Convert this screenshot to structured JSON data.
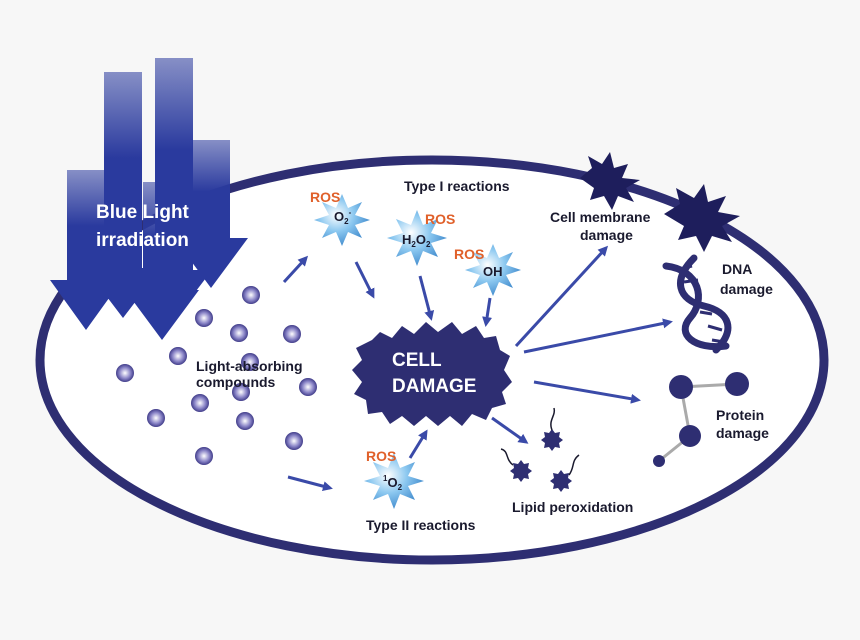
{
  "title": {
    "line1": "Blue Light",
    "line2": "irradiation"
  },
  "compounds_label": {
    "line1": "Light-absorbing",
    "line2": "compounds"
  },
  "center": {
    "line1": "CELL",
    "line2": "DAMAGE"
  },
  "type1_label": "Type I reactions",
  "type2_label": "Type II reactions",
  "ros_label": "ROS",
  "molecules": {
    "superoxide": "O",
    "superoxide_sub": "2",
    "superoxide_sup": "-",
    "peroxide_h": "H",
    "peroxide_sub1": "2",
    "peroxide_o": "O",
    "peroxide_sub2": "2",
    "hydroxyl": "OH",
    "singlet_pre": "1",
    "singlet_o": "O",
    "singlet_sub": "2"
  },
  "outcomes": {
    "membrane_line1": "Cell membrane",
    "membrane_line2": "damage",
    "dna_line1": "DNA",
    "dna_line2": "damage",
    "protein_line1": "Protein",
    "protein_line2": "damage",
    "lipid": "Lipid peroxidation"
  },
  "colors": {
    "navy": "#2e2e72",
    "arrow_blue": "#3a4aa8",
    "star_blue": "#5da8e0",
    "ros_orange": "#e0602a"
  }
}
